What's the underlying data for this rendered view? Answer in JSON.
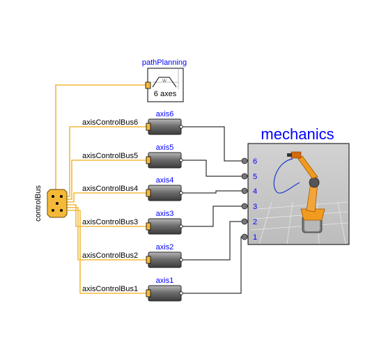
{
  "diagram": {
    "controlBus": {
      "label": "controlBus"
    },
    "pathPlanning": {
      "title": "pathPlanning",
      "caption": "6 axes",
      "glyph": "w"
    },
    "mechanics": {
      "title": "mechanics",
      "ports": [
        "6",
        "5",
        "4",
        "3",
        "2",
        "1"
      ]
    },
    "axes": [
      {
        "name": "axis6",
        "bus": "axisControlBus6"
      },
      {
        "name": "axis5",
        "bus": "axisControlBus5"
      },
      {
        "name": "axis4",
        "bus": "axisControlBus4"
      },
      {
        "name": "axis3",
        "bus": "axisControlBus3"
      },
      {
        "name": "axis2",
        "bus": "axisControlBus2"
      },
      {
        "name": "axis1",
        "bus": "axisControlBus1"
      }
    ],
    "colors": {
      "bus_wire": "#f2b93b",
      "signal_wire": "#000000",
      "label_blue": "#0000ff",
      "axis_block": "#8a8a8a",
      "connector": "#f5b93a",
      "mechanics_bg": "#c8c8c8",
      "robot": "#f09a20"
    }
  }
}
